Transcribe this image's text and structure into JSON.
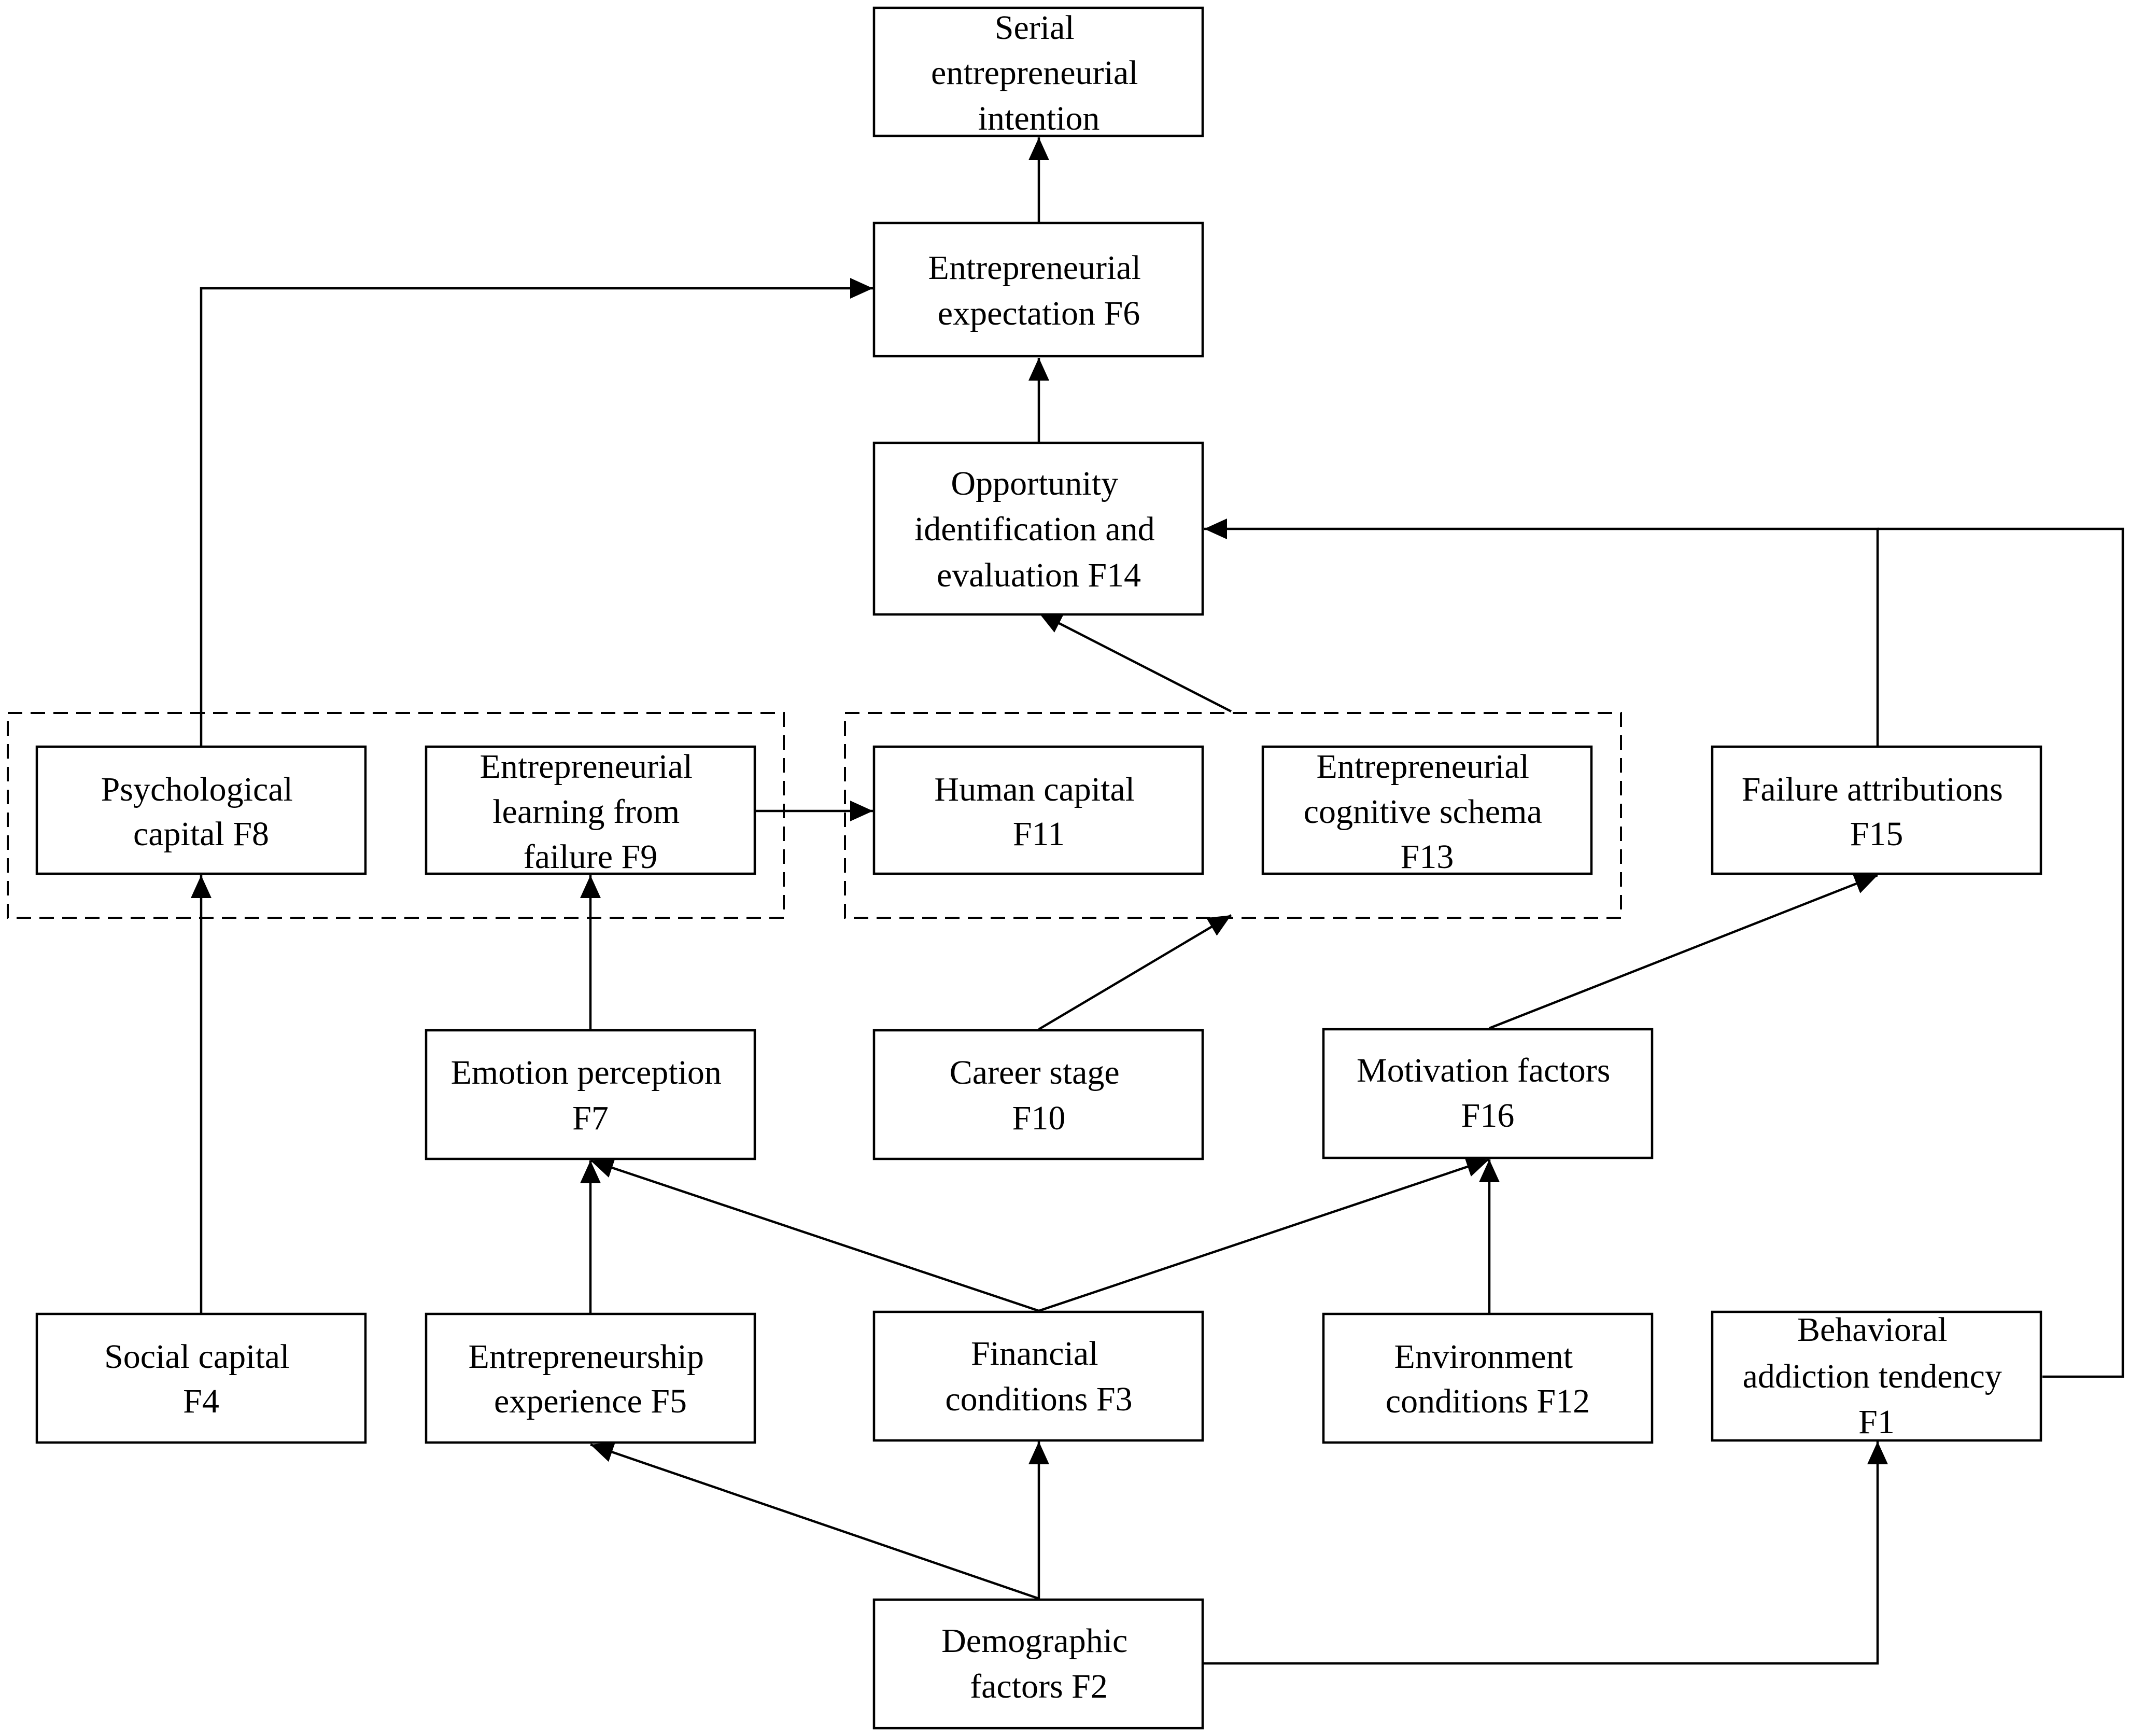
{
  "nodes": {
    "serial": [
      "Serial",
      "entrepreneurial",
      "intention"
    ],
    "f6": [
      "Entrepreneurial",
      "expectation F6"
    ],
    "f14": [
      "Opportunity",
      "identification and",
      "evaluation F14"
    ],
    "f8": [
      "Psychological",
      "capital F8"
    ],
    "f9": [
      "Entrepreneurial",
      "learning from",
      "failure F9"
    ],
    "f11": [
      "Human capital",
      "F11"
    ],
    "f13": [
      "Entrepreneurial",
      "cognitive schema",
      "F13"
    ],
    "f15": [
      "Failure attributions",
      "F15"
    ],
    "f7": [
      "Emotion perception",
      "F7"
    ],
    "f10": [
      "Career stage",
      "F10"
    ],
    "f16": [
      "Motivation factors",
      "F16"
    ],
    "f4": [
      "Social capital",
      "F4"
    ],
    "f5": [
      "Entrepreneurship",
      "experience F5"
    ],
    "f3": [
      "Financial",
      "conditions F3"
    ],
    "f12": [
      "Environment",
      "conditions F12"
    ],
    "f1": [
      "Behavioral",
      "addiction tendency",
      "F1"
    ],
    "f2": [
      "Demographic",
      "factors F2"
    ]
  },
  "groups": [
    "group-f8-f9",
    "group-f11-f13"
  ],
  "edges": [
    {
      "from": "f6",
      "to": "serial"
    },
    {
      "from": "f14",
      "to": "f6"
    },
    {
      "from": "f8",
      "to": "f6"
    },
    {
      "from": "group-f11-f13",
      "to": "f14"
    },
    {
      "from": "f15",
      "to": "f14"
    },
    {
      "from": "f1",
      "to": "f14"
    },
    {
      "from": "f9",
      "to": "group-f11-f13"
    },
    {
      "from": "f4",
      "to": "f8"
    },
    {
      "from": "f7",
      "to": "f9"
    },
    {
      "from": "f10",
      "to": "group-f11-f13"
    },
    {
      "from": "f16",
      "to": "f15"
    },
    {
      "from": "f5",
      "to": "f7"
    },
    {
      "from": "f3",
      "to": "f7"
    },
    {
      "from": "f3",
      "to": "f16"
    },
    {
      "from": "f12",
      "to": "f16"
    },
    {
      "from": "f2",
      "to": "f5"
    },
    {
      "from": "f2",
      "to": "f3"
    },
    {
      "from": "f2",
      "to": "f1"
    }
  ]
}
